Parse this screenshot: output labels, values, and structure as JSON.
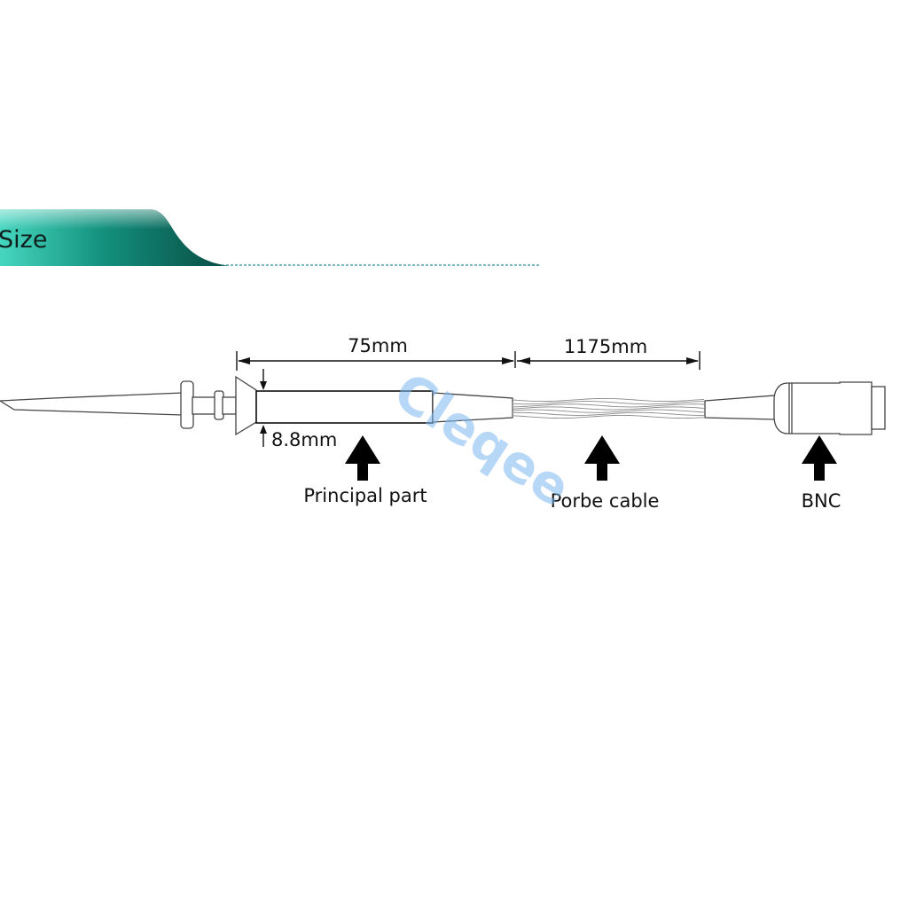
{
  "header": {
    "title": "Size",
    "banner_color_light": "#3fd0b8",
    "banner_color_dark": "#0b5a4f",
    "divider_color": "#2a8fa0"
  },
  "dimensions": {
    "principal_length": "75mm",
    "cable_length": "1175mm",
    "diameter": "8.8mm"
  },
  "parts": {
    "principal": "Principal part",
    "cable": "Porbe cable",
    "connector": "BNC"
  },
  "watermark": {
    "text": "Cleqee",
    "color": "#7db8f2"
  }
}
